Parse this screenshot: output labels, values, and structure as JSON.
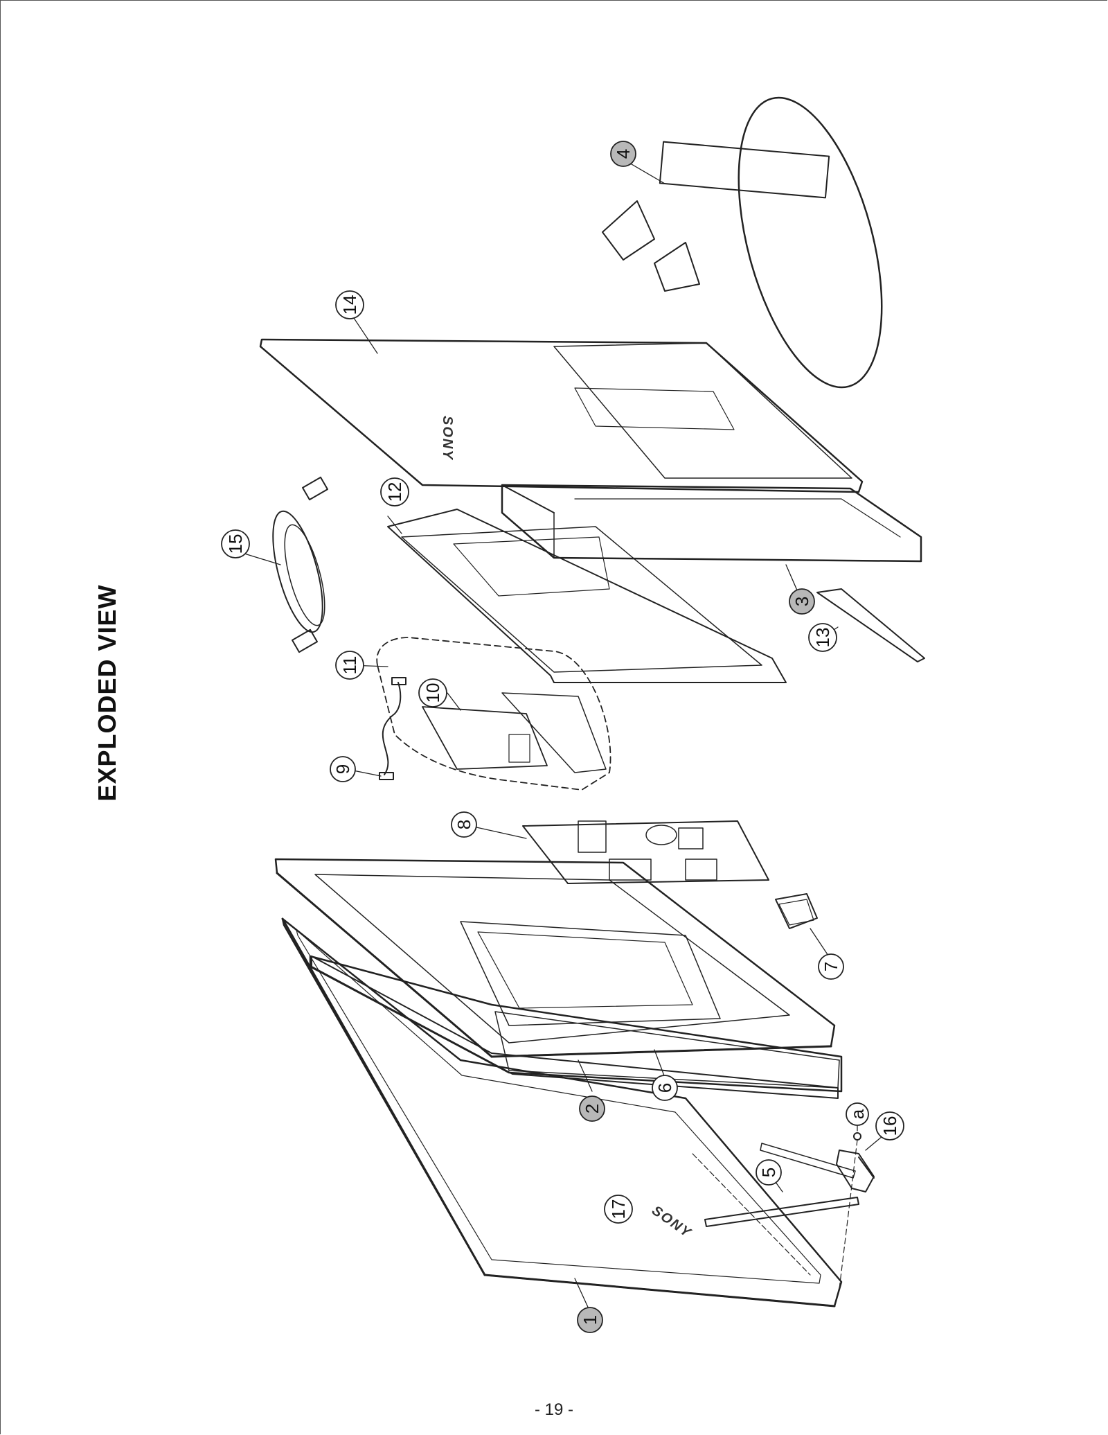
{
  "page": {
    "title": "EXPLODED VIEW",
    "page_number": "- 19 -"
  },
  "brand_marks": [
    "SONY",
    "SONY"
  ],
  "callouts": [
    {
      "label": "1",
      "shaded": true
    },
    {
      "label": "2",
      "shaded": true
    },
    {
      "label": "3",
      "shaded": true
    },
    {
      "label": "4",
      "shaded": true
    },
    {
      "label": "5",
      "shaded": false
    },
    {
      "label": "6",
      "shaded": false
    },
    {
      "label": "7",
      "shaded": false
    },
    {
      "label": "8",
      "shaded": false
    },
    {
      "label": "9",
      "shaded": false
    },
    {
      "label": "10",
      "shaded": false
    },
    {
      "label": "11",
      "shaded": false
    },
    {
      "label": "12",
      "shaded": false
    },
    {
      "label": "13",
      "shaded": false
    },
    {
      "label": "14",
      "shaded": false
    },
    {
      "label": "15",
      "shaded": false
    },
    {
      "label": "16",
      "shaded": false
    },
    {
      "label": "17",
      "shaded": false
    },
    {
      "label": "a",
      "shaded": false
    }
  ],
  "colors": {
    "line": "#222222",
    "shaded_callout": "#b8b8b8"
  }
}
